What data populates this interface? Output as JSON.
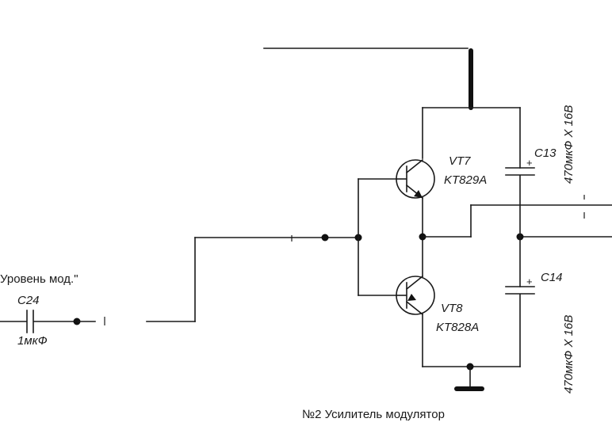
{
  "labels": {
    "level_mod": "Уровень мод.\"",
    "c24": "C24",
    "c24_value": "1мкФ",
    "vt7": "VT7",
    "vt7_type": "KT829A",
    "vt8": "VT8",
    "vt8_type": "KT828A",
    "c13": "C13",
    "c13_value": "470мкФ X 16B",
    "c14": "C14",
    "c14_value": "470мкФ X 16B",
    "plus": "+",
    "caption": "№2  Усилитель модулятор"
  },
  "colors": {
    "ink": "#1a1a1a",
    "background": "#ffffff"
  }
}
